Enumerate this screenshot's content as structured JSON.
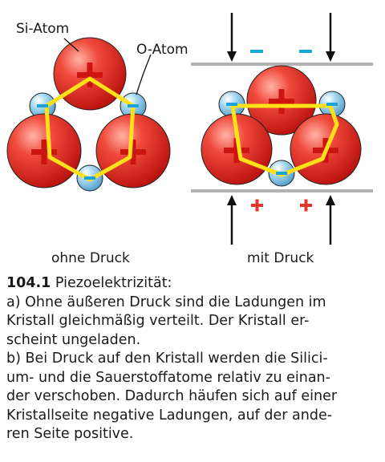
{
  "labels": {
    "si_atom": "Si-Atom",
    "o_atom": "O-Atom",
    "without_pressure": "ohne Druck",
    "with_pressure": "mit Druck"
  },
  "charges": {
    "positive": "+",
    "negative": "–"
  },
  "caption": {
    "number": "104.1",
    "title": " Piezoelektrizität:",
    "lines": [
      "a) Ohne äußeren Druck sind die Ladungen im",
      "Kristall gleichmäßig verteilt. Der Kristall er-",
      "scheint ungeladen.",
      "b) Bei Druck auf den Kristall werden die Silici-",
      "um- und die Sauerstoffatome relativ zu einan-",
      "der verschoben. Dadurch häufen sich auf einer",
      "Kristallseite negative Ladungen, auf der ande-",
      "ren Seite positive."
    ]
  },
  "colors": {
    "silicon": "#e8322c",
    "oxygen": "#8ecbea",
    "bond_hexagon": "#ffe11a",
    "plate": "#b3b3b3",
    "positive_charge": "#e8322c",
    "negative_charge": "#1ba3dc"
  }
}
